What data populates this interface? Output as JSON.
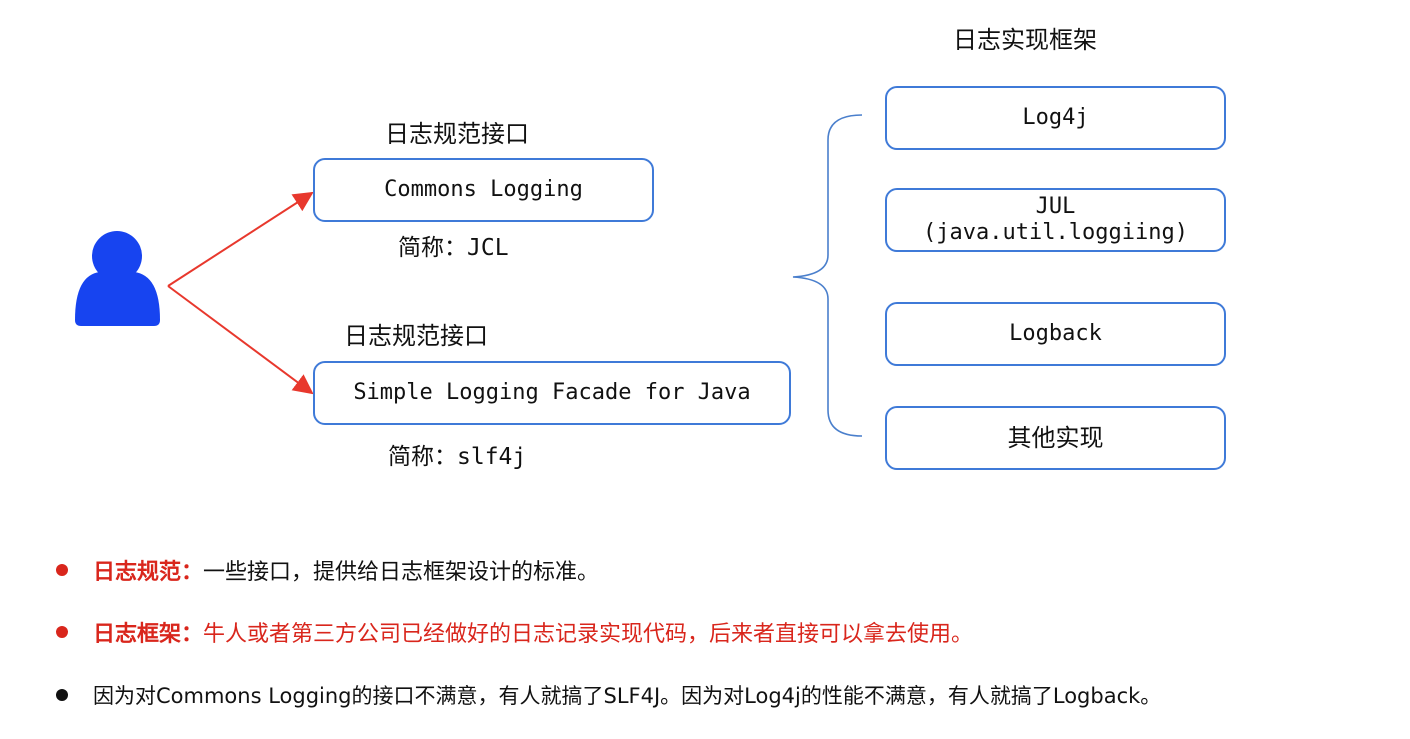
{
  "impl_title": "日志实现框架",
  "api_top": {
    "heading": "日志规范接口",
    "name": "Commons Logging",
    "abbr_prefix": "简称：",
    "abbr": "JCL"
  },
  "api_bottom": {
    "heading": "日志规范接口",
    "name": "Simple Logging Facade for Java",
    "abbr_prefix": "简称：",
    "abbr": "slf4j"
  },
  "impls": {
    "log4j": "Log4j",
    "jul_line1": "JUL",
    "jul_line2": "(java.util.loggiing)",
    "logback": "Logback",
    "other": "其他实现"
  },
  "bullets": [
    {
      "term": "日志规范：",
      "text": "一些接口，提供给日志框架设计的标准。",
      "color": "#d9261c",
      "text_color": "#111111"
    },
    {
      "term": "日志框架：",
      "text": "牛人或者第三方公司已经做好的日志记录实现代码，后来者直接可以拿去使用。",
      "color": "#d9261c",
      "text_color": "#d9261c"
    },
    {
      "term": "",
      "text": "因为对Commons Logging的接口不满意，有人就搞了SLF4J。因为对Log4j的性能不满意，有人就搞了Logback。",
      "color": "#111111",
      "text_color": "#111111"
    }
  ],
  "colors": {
    "box_border": "#3f7ad8",
    "arrow": "#e8382d",
    "user_icon": "#1744f0",
    "brace": "#4a7fcc"
  }
}
